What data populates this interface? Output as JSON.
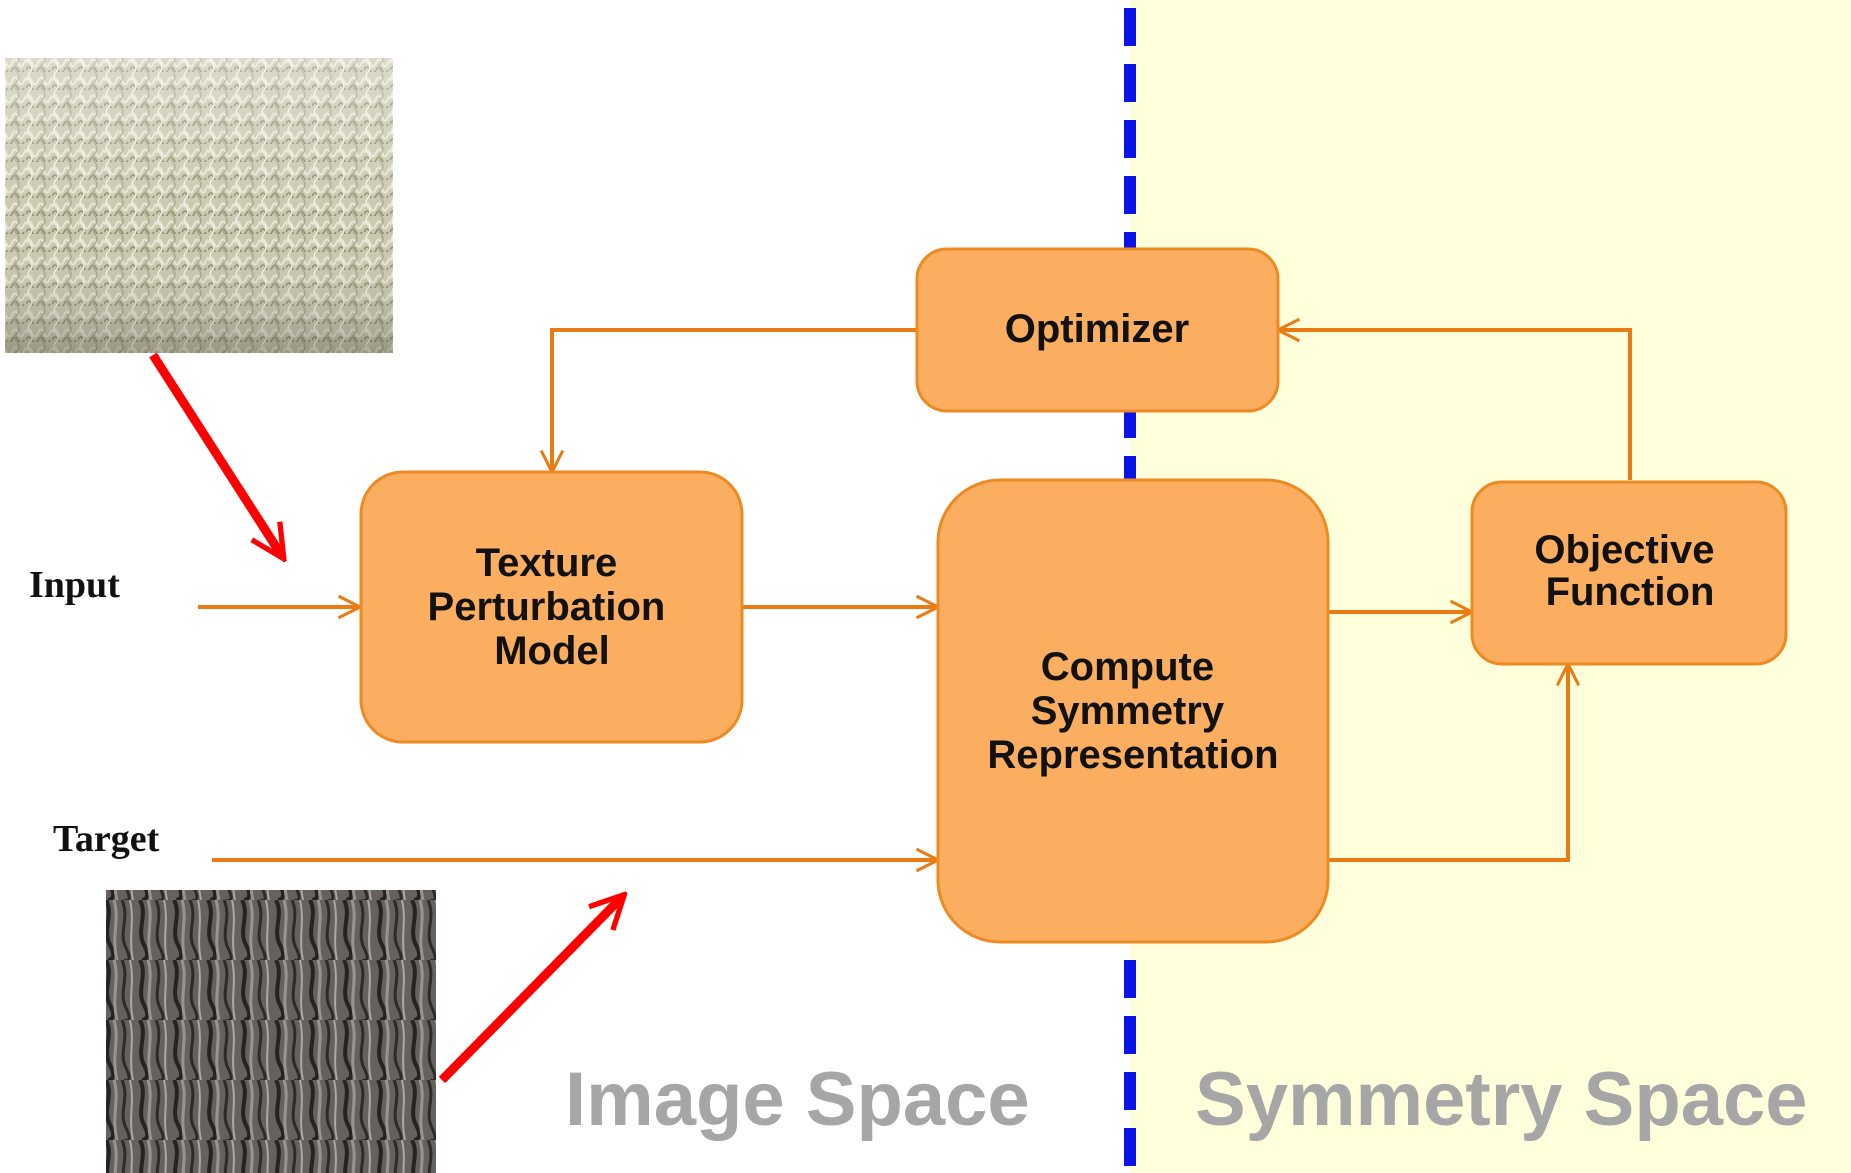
{
  "regions": {
    "left_label": "Image Space",
    "right_label": "Symmetry Space",
    "right_bg": "#ffffdc",
    "divider_color": "#0a14e6"
  },
  "boxes": {
    "optimizer": [
      "Optimizer"
    ],
    "texture_model": [
      "Texture",
      "Perturbation",
      "Model"
    ],
    "symmetry": [
      "Compute",
      "Symmetry",
      "Representation"
    ],
    "objective": [
      "Objective",
      "Function"
    ],
    "fill": "#fbad60",
    "border": "#ee8a22"
  },
  "inputs": {
    "input_label": "Input",
    "target_label": "Target"
  },
  "images": {
    "input_texture": "wool-texture-photo",
    "target_texture": "tree-bark-texture-photo"
  },
  "colors": {
    "flow_arrow": "#ea7a12",
    "image_arrow": "#ff0000"
  }
}
